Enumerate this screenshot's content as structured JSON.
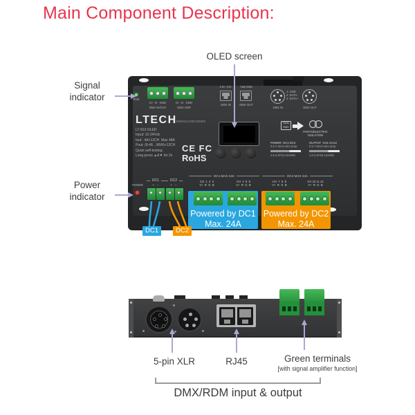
{
  "title": "Main Component Description:",
  "colors": {
    "title_red": "#e8344e",
    "dc1_blue": "#2aa7e0",
    "dc2_orange": "#f39501",
    "terminal_green": "#2fa345",
    "callout_line": "#aba7d4"
  },
  "callouts": {
    "signal_line1": "Signal",
    "signal_line2": "indicator",
    "oled": "OLED screen",
    "power_line1": "Power",
    "power_line2": "indicator"
  },
  "top_device": {
    "run_led": "RUN",
    "dmx_terminal_1": {
      "pins": "D+  D-  GND",
      "label": "DMX IN/OUT"
    },
    "dmx_terminal_2": {
      "pins": "D+  D-  GND",
      "label": "DMX AMP"
    },
    "rj45_in": {
      "pinout": "1:D+ 2:D-",
      "label": "DMX IN"
    },
    "rj45_out": {
      "pinout": "7&8:GND",
      "label": "DMX OUT"
    },
    "xlr_in_label": "DMX IN",
    "xlr_out_label": "DMX OUT",
    "xlr_pinout": [
      "1: GND",
      "2: DATA-",
      "3: DATA+"
    ],
    "brand": "LTECH",
    "model_type": "DMX512 DECODER",
    "specs": [
      "LT-912-OLED",
      "Input: 12-24Vdc",
      "Iout:  4A×12CH  Max 48A",
      "Pout: (8-48…96W)×12CH",
      "Quick self-testing:",
      "Long press ▲&▼ for 2s"
    ],
    "cert_ce_fcc": "CE FC",
    "cert_rohs": "RoHS",
    "rdm_label": "RDM",
    "dmx_label": "DMX",
    "isolation_line1": "PHOTOELECTRIC",
    "isolation_line2": "ISOLATION",
    "wiring_power": {
      "l1": "POWER  DC1·DC2",
      "l2": "0.5-7.0mm wire prep",
      "l3": "2.5-4.0²/13-10AWG"
    },
    "wiring_output": {
      "l1": "OUTPUT  CH1-CH12",
      "l2": "0.5-7.0mm wire prep",
      "l3": "1.0-2.5²/18-13AWG"
    },
    "power_led": "POWER",
    "dc_input": {
      "dc1": "DC1",
      "dc1_pm": "+   −",
      "dc2": "DC2",
      "dc2_pm": "+   −"
    },
    "dc1_group": {
      "header": "DC1 MAX 24A",
      "block1_ch": "CH  1  2  3",
      "block1_pins": "V+  R  G  B",
      "block2_ch": "CH  4  5  6",
      "block2_pins": "V+  R  G  B"
    },
    "dc2_group": {
      "header": "DC2 MAX 24A",
      "block1_ch": "CH  7  8  9",
      "block1_pins": "V+  R  G  B",
      "block2_ch": "CH 10 11 12",
      "block2_pins": "V+  R  G  B"
    },
    "dc1_overlay": {
      "line1": "Powered by DC1",
      "line2": "Max. 24A"
    },
    "dc2_overlay": {
      "line1": "Powered by DC2",
      "line2": "Max. 24A"
    },
    "dc1_tag": "DC1",
    "dc2_tag": "DC2"
  },
  "bottom_device": {
    "xlr_label": "5-pin XLR",
    "rj45_label": "RJ45",
    "green_terminals_label": "Green terminals",
    "green_terminals_note": "[with signal amplifier function]",
    "caption": "DMX/RDM input & output"
  }
}
